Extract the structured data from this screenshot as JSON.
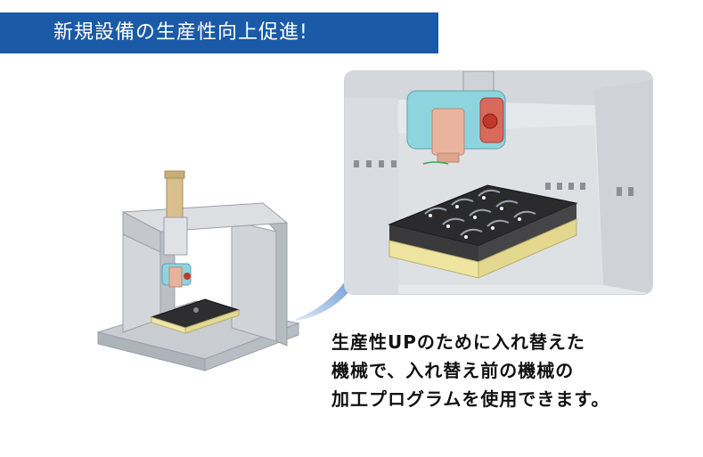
{
  "banner": {
    "title": "新規設備の生産性向上促進!"
  },
  "description": {
    "lines": [
      "生産性UPのために入れ替えた",
      "機械で、入れ替え前の機械の",
      "加工プログラムを使用できます。"
    ]
  },
  "colors": {
    "banner_bg": "#1a5aa6",
    "banner_text": "#ffffff",
    "arrow": "#2d6fc0",
    "text": "#111111"
  }
}
